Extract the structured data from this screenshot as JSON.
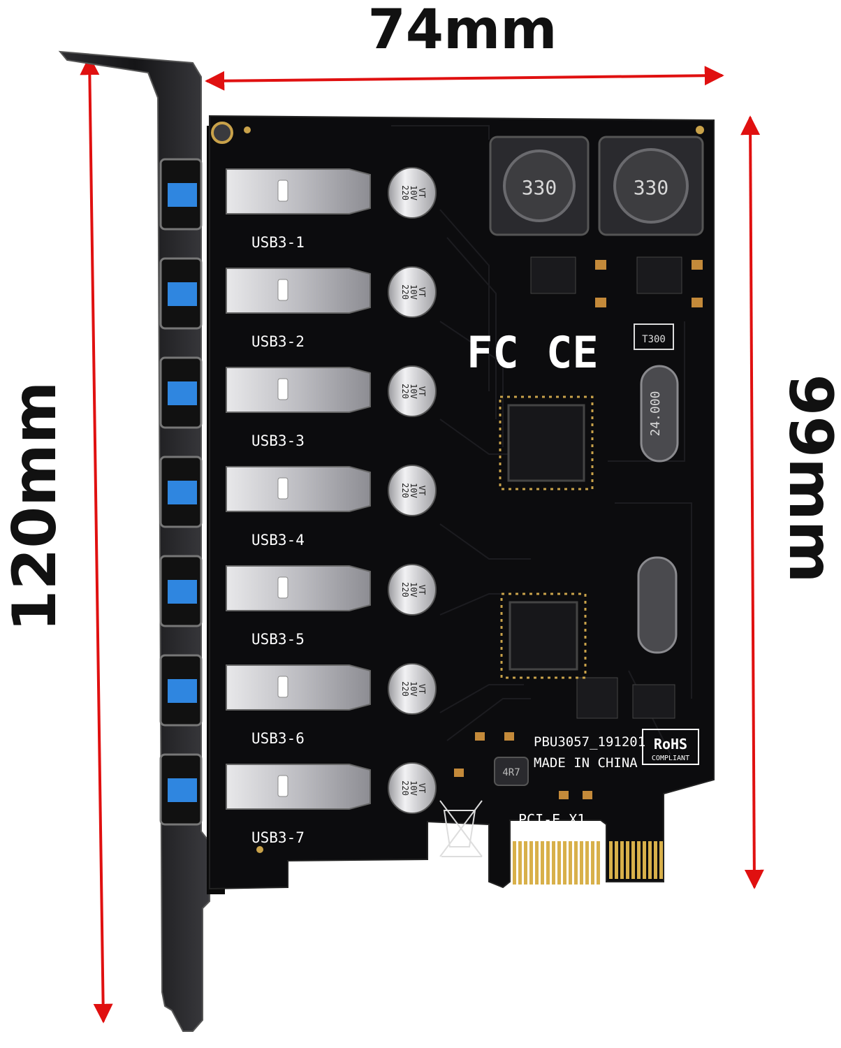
{
  "dimensions": {
    "width_label": "74mm",
    "height_label": "120mm",
    "board_height_label": "99mm"
  },
  "ports": [
    {
      "label": "USB3-1"
    },
    {
      "label": "USB3-2"
    },
    {
      "label": "USB3-3"
    },
    {
      "label": "USB3-4"
    },
    {
      "label": "USB3-5"
    },
    {
      "label": "USB3-6"
    },
    {
      "label": "USB3-7"
    }
  ],
  "capacitor": {
    "line1": "220",
    "line2": "10V",
    "line3": "VT"
  },
  "inductor": {
    "label": "330"
  },
  "crystal": {
    "label": "24.000"
  },
  "board": {
    "model": "PBU3057_191201",
    "origin": "MADE IN CHINA",
    "interface": "PCI-E X1",
    "rohs": "RoHS",
    "rohs_sub": "COMPLIANT",
    "small_inductor": "4R7",
    "marking": "T300"
  },
  "certifications": {
    "fcc": "FC",
    "ce": "CE"
  },
  "colors": {
    "arrow": "#e01010",
    "board": "#0c0c0e",
    "bracket": "#1a1a1c",
    "usb_blue": "#2f86e0",
    "gold": "#d8b04a"
  }
}
